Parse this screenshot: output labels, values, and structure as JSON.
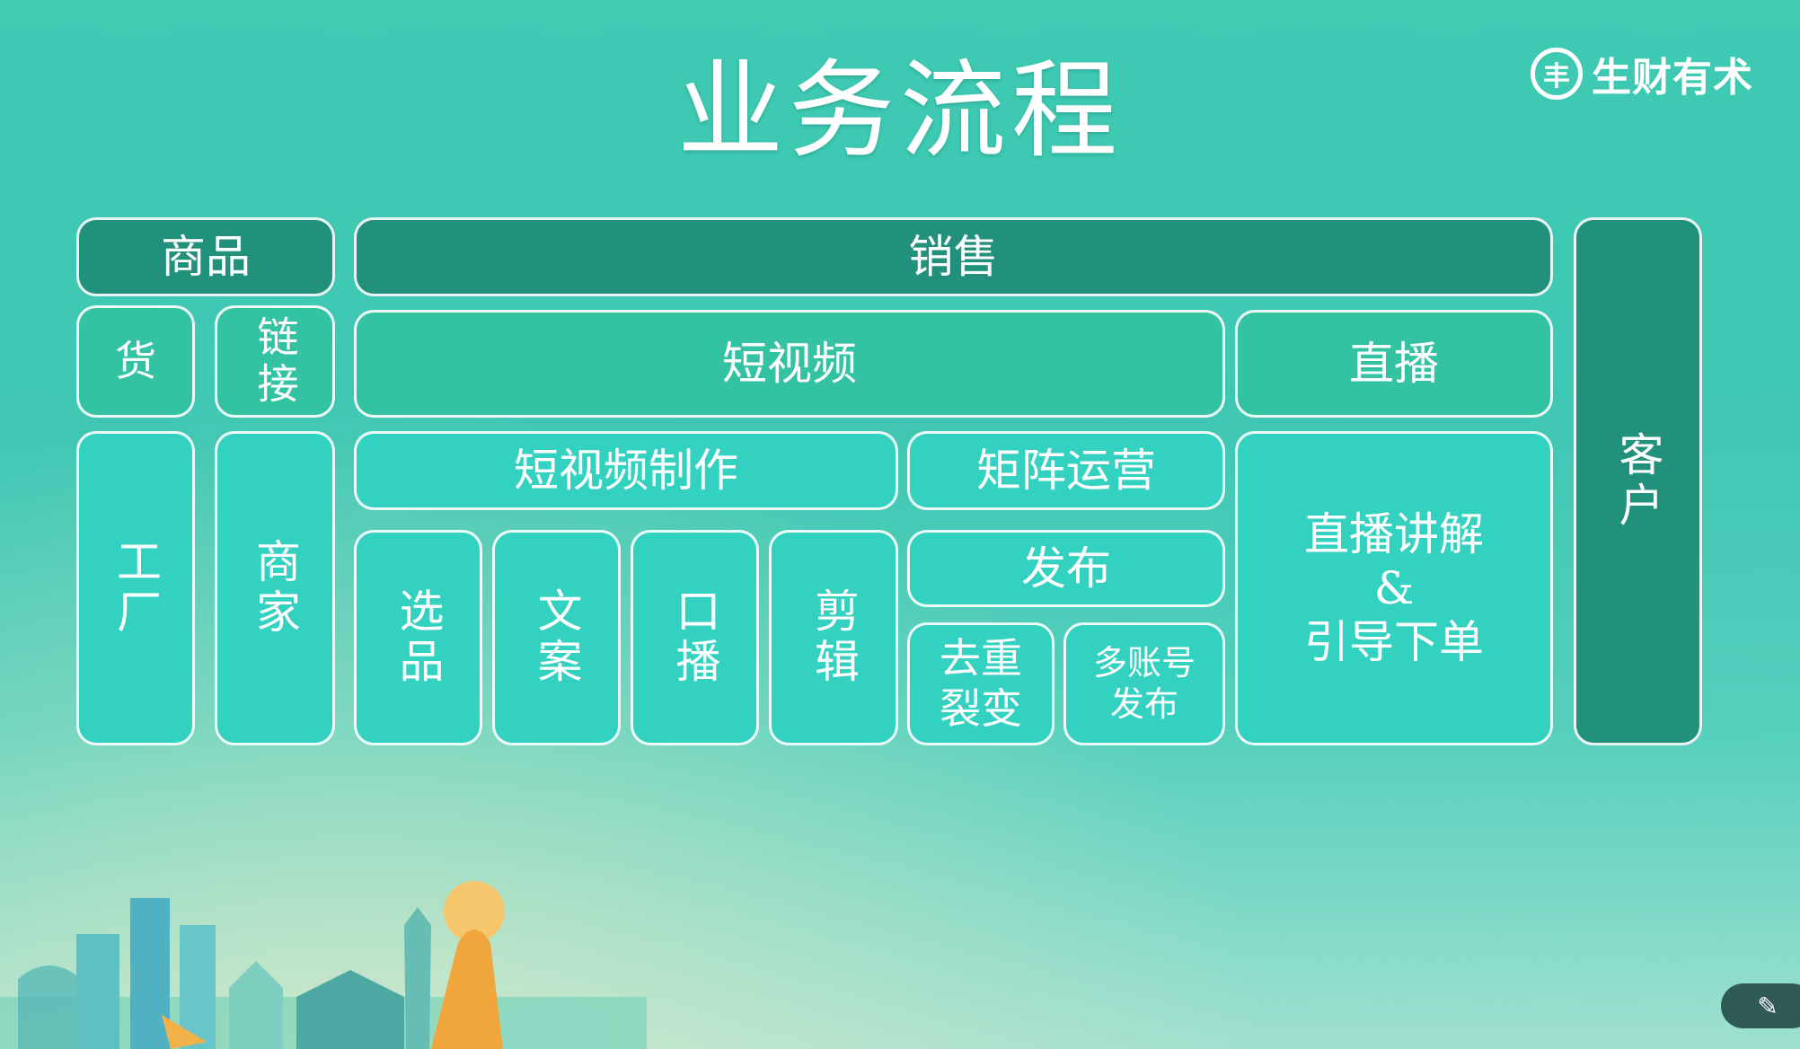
{
  "title": "业务流程",
  "logo": {
    "mark": "丰",
    "text": "生财有术"
  },
  "boxes": {
    "shangpin": "商品",
    "xiaoshou": "销售",
    "huo": "货",
    "lianjie": "链接",
    "duanshipin": "短视频",
    "zhibo": "直播",
    "gongchang": "工厂",
    "shangjia": "商家",
    "duanshipin_zhizuo": "短视频制作",
    "juzhen_yunying": "矩阵运营",
    "zhibo_jiangjie_line1": "直播讲解",
    "zhibo_jiangjie_line2": "&",
    "zhibo_jiangjie_line3": "引导下单",
    "xuanpin": "选品",
    "wenan": "文案",
    "kubo": "口播",
    "jianji": "剪辑",
    "fabu": "发布",
    "quchong_line1": "去重",
    "quchong_line2": "裂变",
    "duozhanghao_line1": "多账号",
    "duozhanghao_line2": "发布",
    "kehu": "客户"
  },
  "icons": {
    "magic": "magic-wand-icon"
  },
  "colors": {
    "dark": "#22917c",
    "mid": "#33c3a3",
    "light": "#33d2c0",
    "text": "#ffffff"
  }
}
